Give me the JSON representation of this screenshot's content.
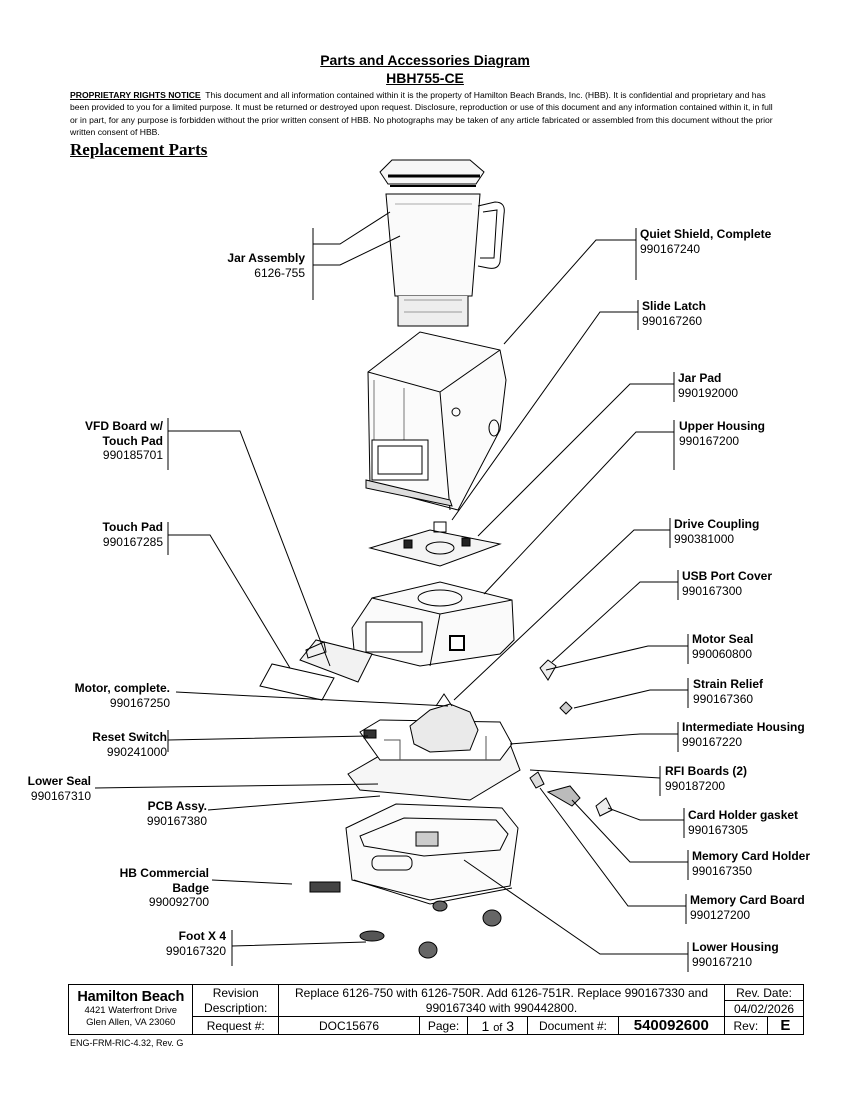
{
  "header": {
    "title": "Parts and Accessories Diagram",
    "model": "HBH755-CE",
    "notice_label": "PROPRIETARY RIGHTS NOTICE",
    "notice_text": "This document and all information contained within it is the property of Hamilton Beach Brands, Inc. (HBB).  It is confidential and proprietary and has been provided to you for a limited purpose.  It must be returned or destroyed upon request.  Disclosure, reproduction or use of this document and any information contained within it, in full or in part, for any purpose is forbidden without the prior written consent of HBB.  No photographs may be taken of any article fabricated or assembled from this document without the prior written consent of HBB.",
    "section": "Replacement Parts"
  },
  "parts": {
    "jar_assembly": {
      "name": "Jar Assembly",
      "number": "6126-755"
    },
    "vfd_board": {
      "name": "VFD Board w/",
      "name2": "Touch Pad",
      "number": "990185701"
    },
    "touch_pad": {
      "name": "Touch Pad",
      "number": "990167285"
    },
    "motor": {
      "name": "Motor, complete.",
      "number": "990167250"
    },
    "reset_switch": {
      "name": "Reset Switch",
      "number": "990241000"
    },
    "lower_seal": {
      "name": "Lower Seal",
      "number": "990167310"
    },
    "pcb": {
      "name": "PCB Assy.",
      "number": "990167380"
    },
    "hb_badge": {
      "name": "HB Commercial",
      "name2": "Badge",
      "number": "990092700"
    },
    "foot": {
      "name": "Foot X 4",
      "number": "990167320"
    },
    "quiet_shield": {
      "name": "Quiet Shield, Complete",
      "number": "990167240"
    },
    "slide_latch": {
      "name": "Slide Latch",
      "number": "990167260"
    },
    "jar_pad": {
      "name": "Jar Pad",
      "number": "990192000"
    },
    "upper_housing": {
      "name": "Upper Housing",
      "number": "990167200"
    },
    "drive_coupling": {
      "name": "Drive Coupling",
      "number": "990381000"
    },
    "usb_cover": {
      "name": "USB Port Cover",
      "number": "990167300"
    },
    "motor_seal": {
      "name": "Motor Seal",
      "number": "990060800"
    },
    "strain_relief": {
      "name": "Strain Relief",
      "number": "990167360"
    },
    "intermediate_housing": {
      "name": "Intermediate Housing",
      "number": "990167220"
    },
    "rfi_boards": {
      "name": "RFI Boards (2)",
      "number": "990187200"
    },
    "card_gasket": {
      "name": "Card Holder gasket",
      "number": "990167305"
    },
    "card_holder": {
      "name": "Memory Card Holder",
      "number": "990167350"
    },
    "card_board": {
      "name": "Memory Card Board",
      "number": "990127200"
    },
    "lower_housing": {
      "name": "Lower Housing",
      "number": "990167210"
    }
  },
  "title_block": {
    "company": "Hamilton Beach",
    "address1": "4421 Waterfront Drive",
    "address2": "Glen Allen, VA  23060",
    "revision_label": "Revision",
    "description_label": "Description:",
    "description": "Replace 6126-750 with 6126-750R. Add 6126-751R. Replace 990167330 and 990167340 with 990442800.",
    "rev_date_label": "Rev. Date:",
    "rev_date": "04/02/2026",
    "request_label": "Request #:",
    "request": "DOC15676",
    "page_label": "Page:",
    "page": "1",
    "of": "of",
    "pages": "3",
    "document_label": "Document #:",
    "document": "540092600",
    "rev_label": "Rev:",
    "rev": "E"
  },
  "footer": {
    "form": "ENG-FRM-RIC-4.32, Rev. G"
  }
}
